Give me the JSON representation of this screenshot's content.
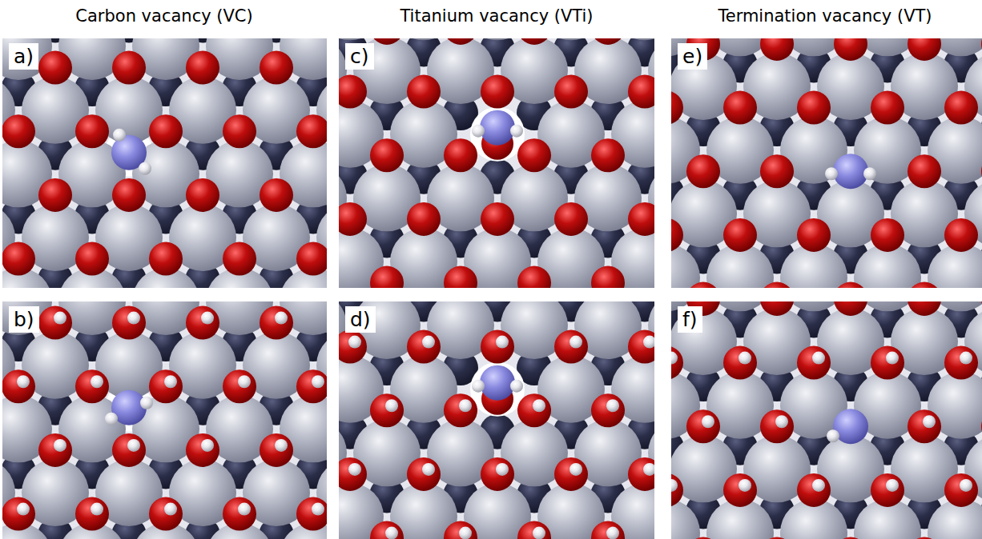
{
  "diagram": {
    "labels": [
      "Carbon vacancy (VC)",
      "Titanium vacancy (VTi)",
      "Termination vacancy (VT)",
      "a)",
      "b)",
      "c)",
      "d)",
      "e)",
      "f)"
    ]
  }
}
